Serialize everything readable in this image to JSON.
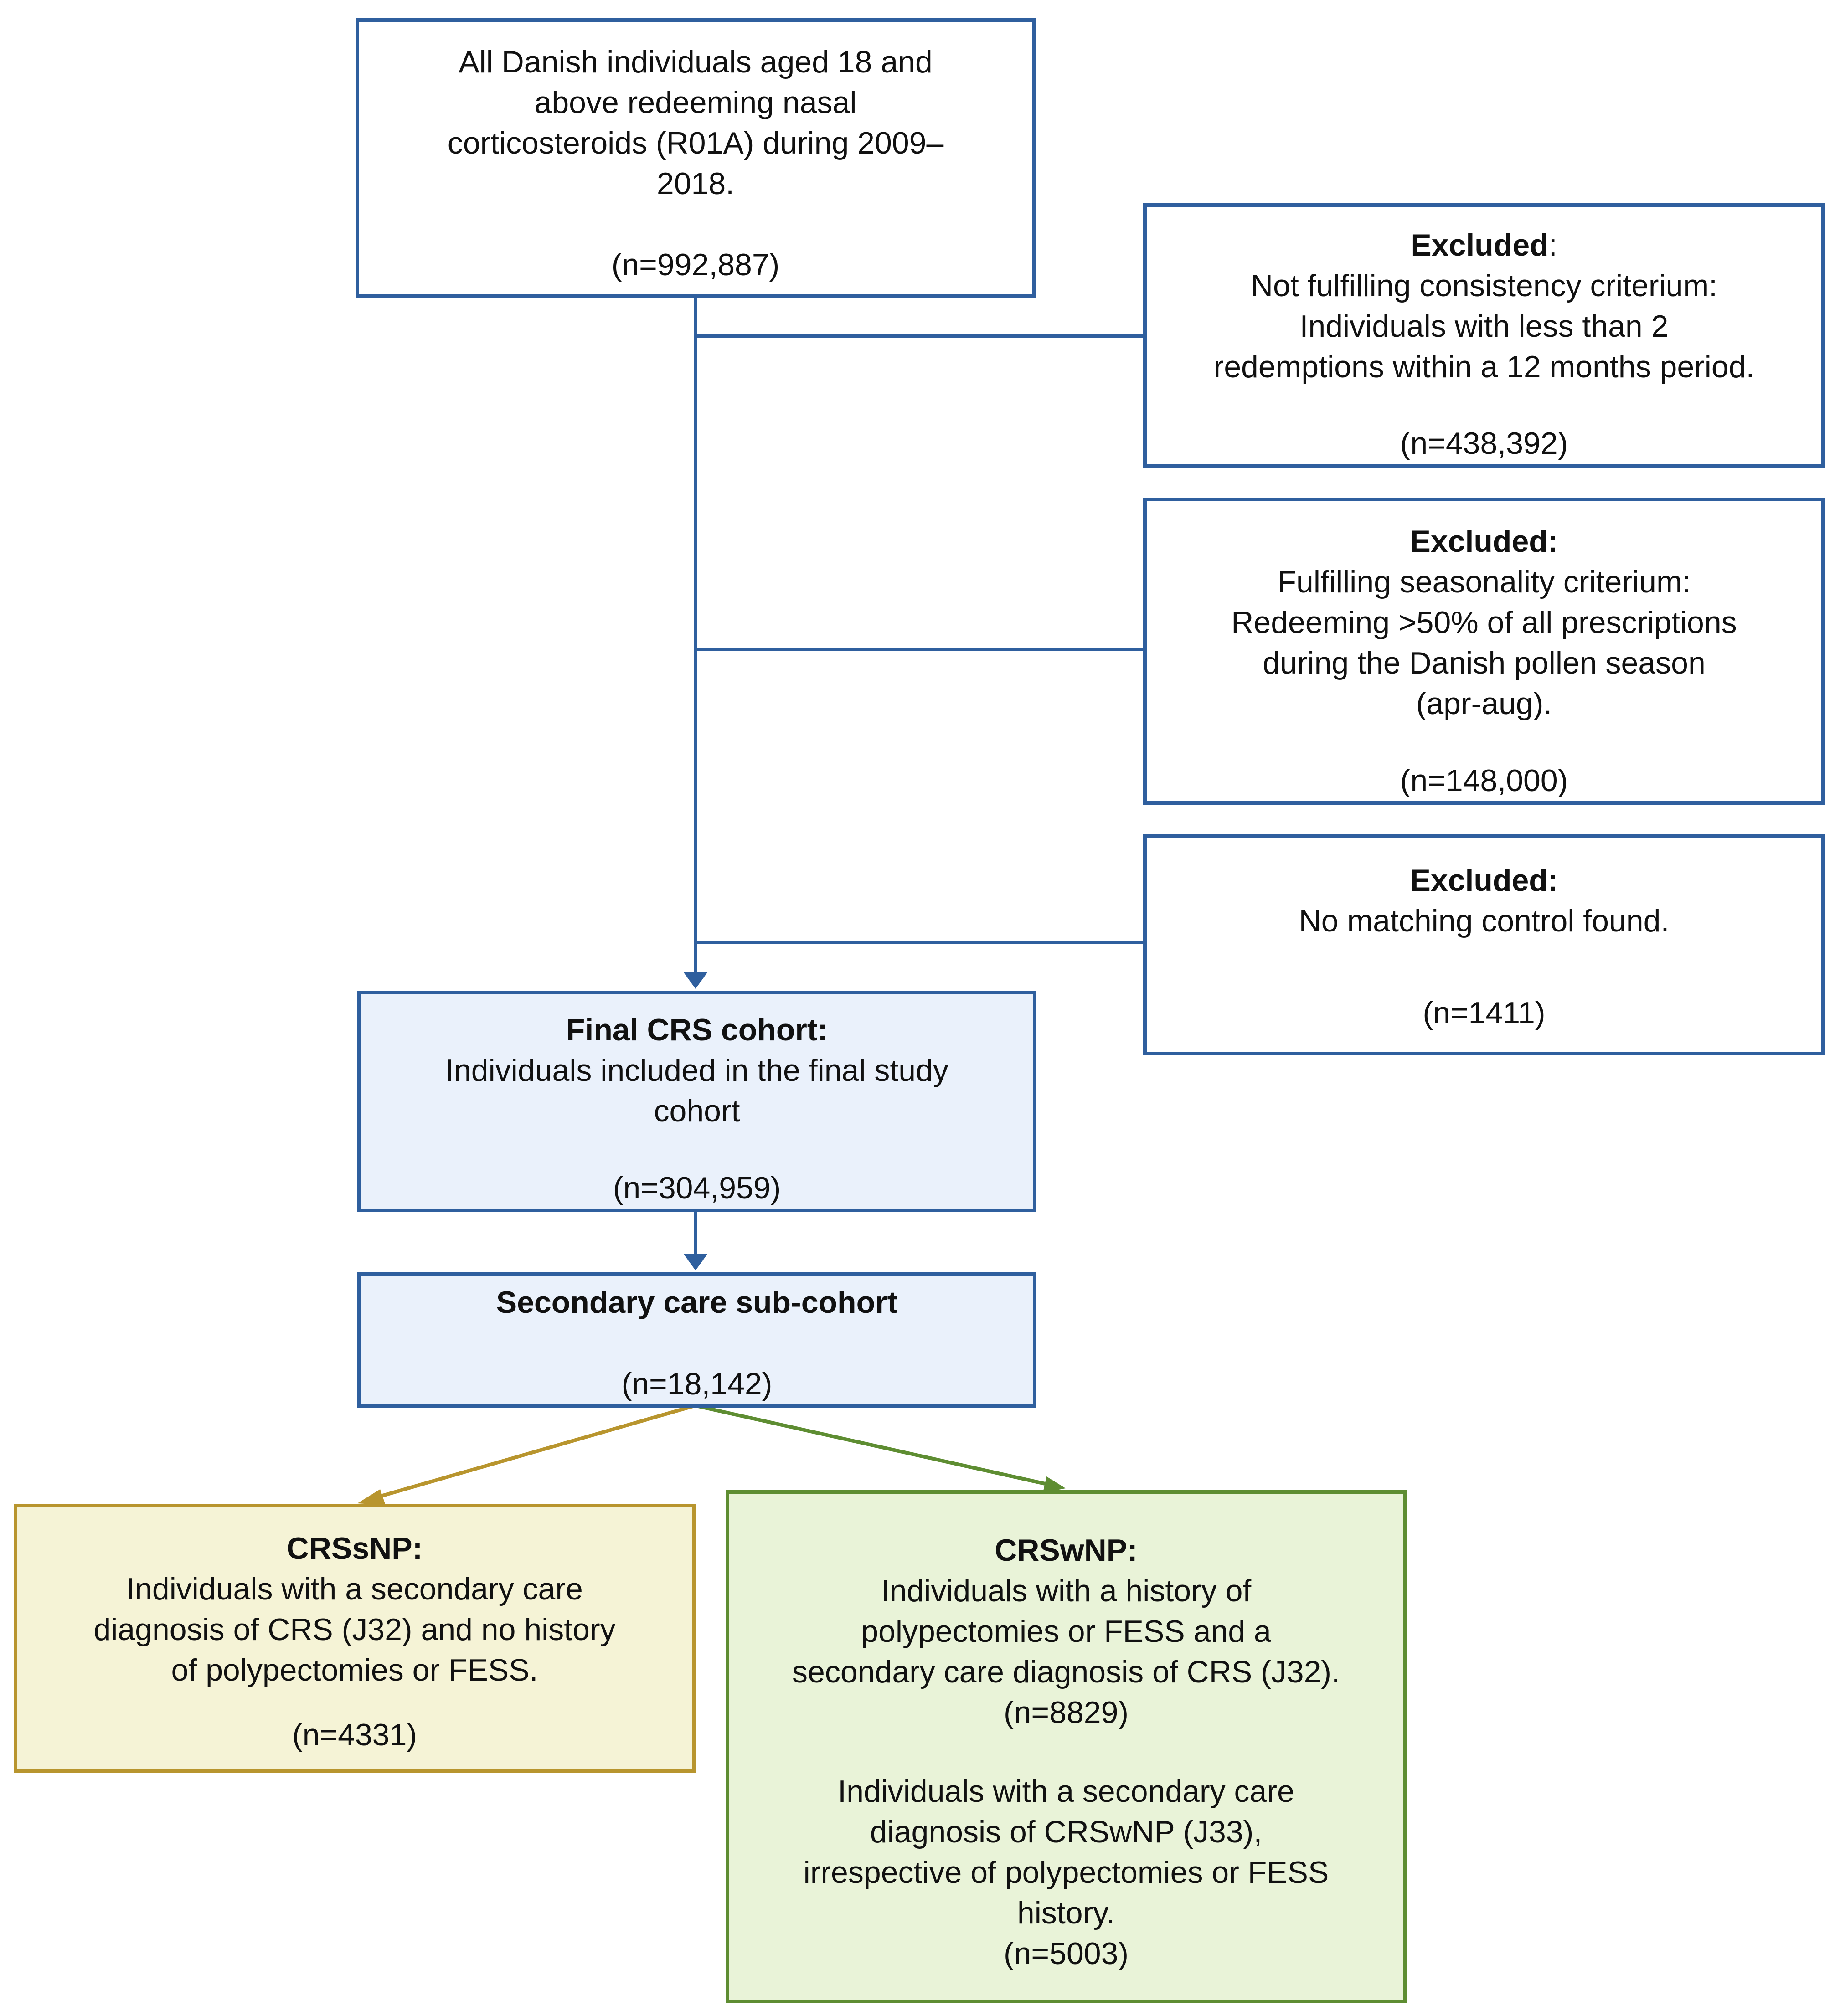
{
  "colors": {
    "blue": "#2f5f9e",
    "gold": "#b8952e",
    "green": "#5e8d32"
  },
  "start": {
    "text": [
      "All Danish individuals aged 18 and",
      "above redeeming nasal",
      "corticosteroids (R01A) during 2009–",
      "2018."
    ],
    "n": "(n=992,887)"
  },
  "excl1": {
    "title": "Excluded",
    "colon": ":",
    "text": [
      "Not fulfilling consistency criterium:",
      "Individuals with less than 2",
      "redemptions within a 12 months period."
    ],
    "n": "(n=438,392)"
  },
  "excl2": {
    "title": "Excluded:",
    "text": [
      "Fulfilling seasonality criterium:",
      "Redeeming >50% of all prescriptions",
      "during the Danish pollen season",
      "(apr-aug)."
    ],
    "n": "(n=148,000)"
  },
  "excl3": {
    "title": "Excluded:",
    "text": [
      "No matching control found."
    ],
    "n": "(n=1411)"
  },
  "final": {
    "title": "Final CRS cohort:",
    "text": [
      "Individuals included in the final study",
      "cohort"
    ],
    "n": "(n=304,959)"
  },
  "secondary": {
    "title": "Secondary care sub-cohort",
    "n": "(n=18,142)"
  },
  "crssnp": {
    "title": "CRSsNP:",
    "text": [
      "Individuals with a secondary care",
      "diagnosis of CRS (J32) and no history",
      "of polypectomies or FESS."
    ],
    "n": "(n=4331)"
  },
  "crswnp": {
    "title": "CRSwNP:",
    "text1": [
      "Individuals with a history of",
      "polypectomies or FESS and a",
      "secondary care diagnosis of CRS (J32)."
    ],
    "n1": "(n=8829)",
    "text2": [
      "Individuals with a secondary care",
      "diagnosis of CRSwNP (J33),",
      "irrespective of polypectomies or FESS",
      "history."
    ],
    "n2": "(n=5003)"
  }
}
